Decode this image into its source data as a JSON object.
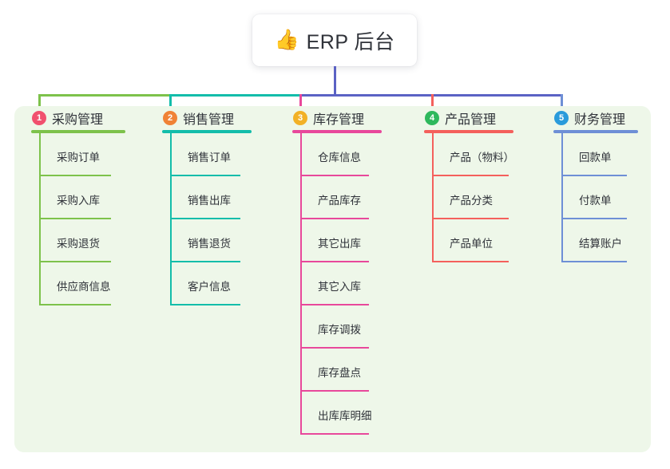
{
  "root": {
    "icon": "thumbs-up-icon",
    "icon_glyph": "👍",
    "title": "ERP 后台",
    "card_bg": "#FFFFFF"
  },
  "panel": {
    "background": "#EEF7E9"
  },
  "connector": {
    "trunk_color": "#5B62C4",
    "segments": [
      {
        "color": "#7DC24B"
      },
      {
        "color": "#13BDAA"
      },
      {
        "color": "#5B62C4"
      }
    ]
  },
  "columns": [
    {
      "index": "1",
      "badge_color": "#F1506E",
      "accent": "#7DC24B",
      "title": "采购管理",
      "items": [
        {
          "label": "采购订单"
        },
        {
          "label": "采购入库"
        },
        {
          "label": "采购退货"
        },
        {
          "label": "供应商信息"
        }
      ]
    },
    {
      "index": "2",
      "badge_color": "#F08236",
      "accent": "#13BDAA",
      "title": "销售管理",
      "items": [
        {
          "label": "销售订单"
        },
        {
          "label": "销售出库"
        },
        {
          "label": "销售退货"
        },
        {
          "label": "客户信息"
        }
      ]
    },
    {
      "index": "3",
      "badge_color": "#F2B126",
      "accent": "#E8489B",
      "title": "库存管理",
      "items": [
        {
          "label": "仓库信息"
        },
        {
          "label": "产品库存"
        },
        {
          "label": "其它出库"
        },
        {
          "label": "其它入库"
        },
        {
          "label": "库存调拨"
        },
        {
          "label": "库存盘点"
        },
        {
          "label": "出库库明细"
        }
      ]
    },
    {
      "index": "4",
      "badge_color": "#2EB85C",
      "accent": "#F4605C",
      "title": "产品管理",
      "items": [
        {
          "label": "产品（物料）"
        },
        {
          "label": "产品分类"
        },
        {
          "label": "产品单位"
        }
      ]
    },
    {
      "index": "5",
      "badge_color": "#2A9BDB",
      "accent": "#6E8FD6",
      "title": "财务管理",
      "items": [
        {
          "label": "回款单"
        },
        {
          "label": "付款单"
        },
        {
          "label": "结算账户"
        }
      ]
    }
  ]
}
